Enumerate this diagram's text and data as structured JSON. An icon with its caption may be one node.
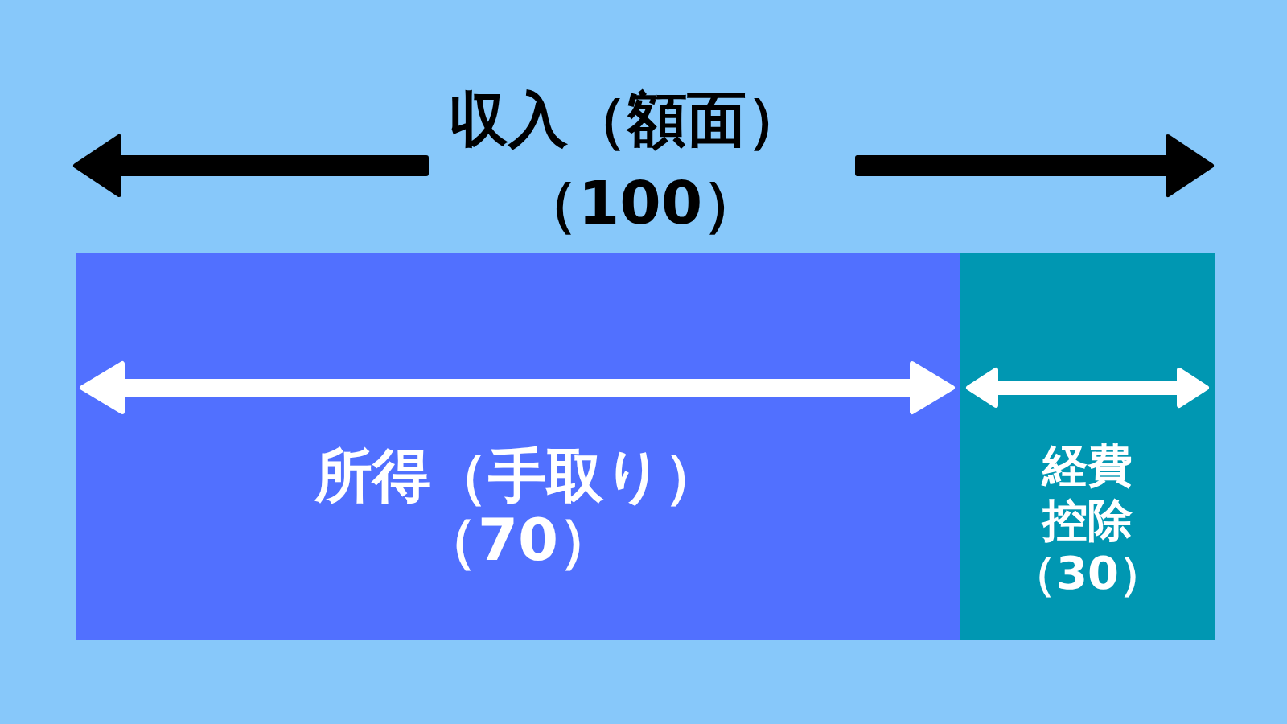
{
  "diagram": {
    "nodes": [
      {
        "text": [
          "所得（手取り）",
          "（70）"
        ]
      },
      {
        "text": [
          "経費控除",
          "（30）"
        ]
      }
    ],
    "edges": [],
    "labels": [
      "収入（額面）",
      "（100）"
    ]
  }
}
